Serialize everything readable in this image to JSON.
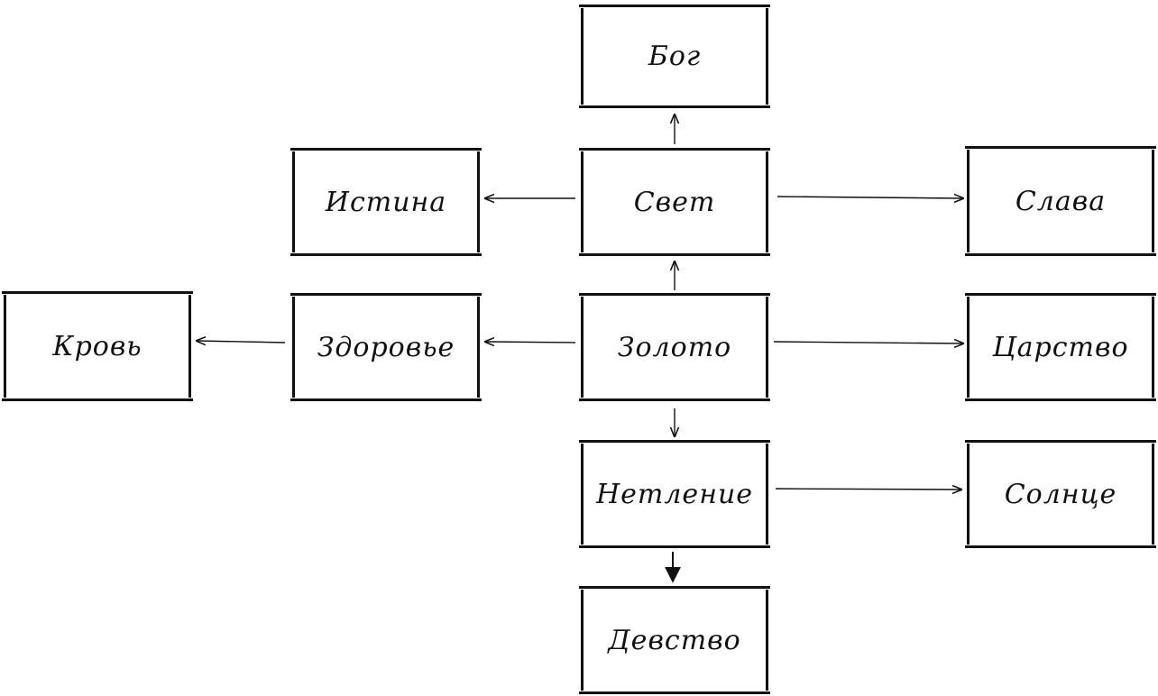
{
  "diagram": {
    "nodes": {
      "bog": "Бог",
      "istina": "Истина",
      "svet": "Свет",
      "slava": "Слава",
      "krov": "Кровь",
      "zdorovye": "Здоровье",
      "zoloto": "Золото",
      "tsarstvo": "Царство",
      "netlenie": "Нетление",
      "solntse": "Солнце",
      "devstvo": "Девство"
    },
    "edges": [
      {
        "from": "svet",
        "to": "bog"
      },
      {
        "from": "svet",
        "to": "istina"
      },
      {
        "from": "svet",
        "to": "slava"
      },
      {
        "from": "zoloto",
        "to": "svet"
      },
      {
        "from": "zoloto",
        "to": "zdorovye"
      },
      {
        "from": "zdorovye",
        "to": "krov"
      },
      {
        "from": "zoloto",
        "to": "tsarstvo"
      },
      {
        "from": "zoloto",
        "to": "netlenie"
      },
      {
        "from": "netlenie",
        "to": "solntse"
      },
      {
        "from": "netlenie",
        "to": "devstvo"
      }
    ]
  }
}
